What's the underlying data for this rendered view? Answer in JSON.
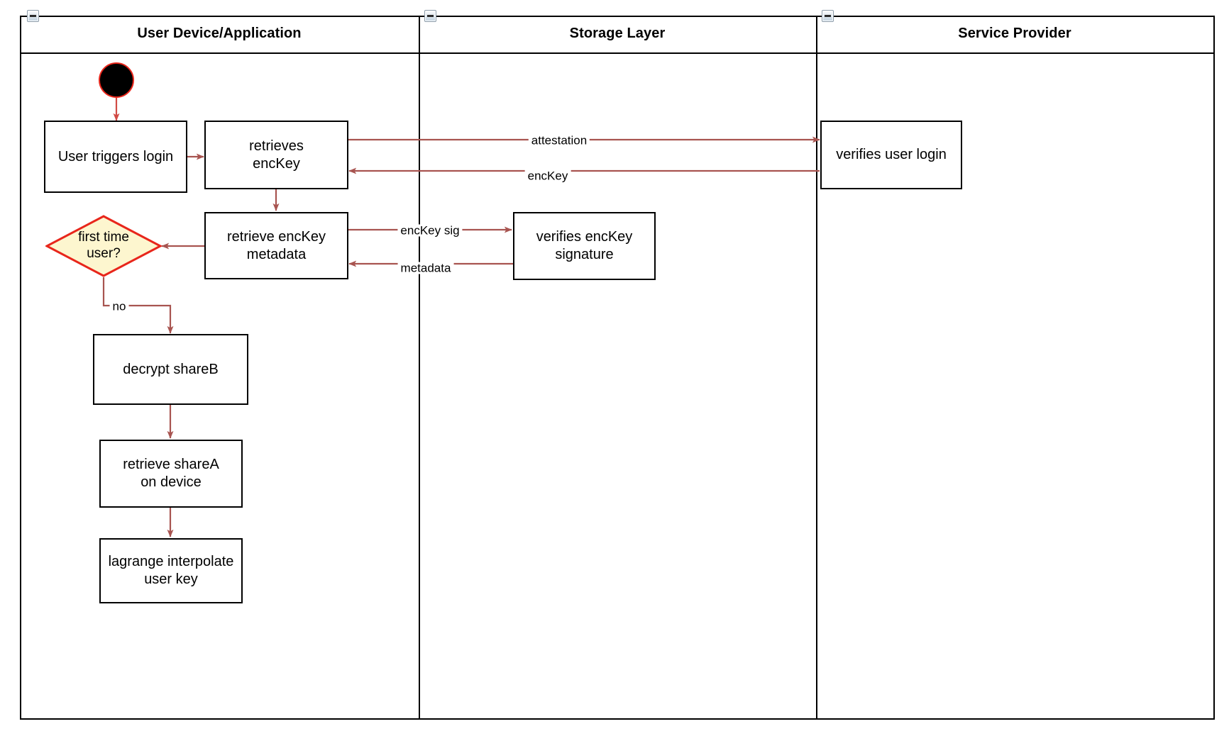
{
  "diagram": {
    "type": "uml-activity-swimlane",
    "title": "",
    "colors": {
      "edge": "#a85450",
      "decision_fill": "#fdf6cf",
      "decision_stroke": "#e8261b",
      "node_stroke": "#000000",
      "node_fill": "#ffffff",
      "start_fill": "#000000",
      "start_stroke": "#e8261b",
      "lane_stroke": "#000000",
      "text": "#000000"
    },
    "lanes": [
      {
        "id": "lane-user",
        "label": "User Device/Application",
        "collapse_icon": "collapse-minus-icon"
      },
      {
        "id": "lane-storage",
        "label": "Storage Layer",
        "collapse_icon": "collapse-minus-icon"
      },
      {
        "id": "lane-provider",
        "label": "Service Provider",
        "collapse_icon": "collapse-minus-icon"
      }
    ],
    "nodes": [
      {
        "id": "start",
        "lane": "lane-user",
        "shape": "initial-node",
        "label": ""
      },
      {
        "id": "user-triggers-login",
        "lane": "lane-user",
        "shape": "activity",
        "label": "User triggers login"
      },
      {
        "id": "retrieves-enckey",
        "lane": "lane-user",
        "shape": "activity",
        "label": "retrieves\nencKey"
      },
      {
        "id": "retrieve-enckey-metadata",
        "lane": "lane-user",
        "shape": "activity",
        "label": "retrieve encKey\nmetadata"
      },
      {
        "id": "first-time-user",
        "lane": "lane-user",
        "shape": "decision",
        "label": "first time\nuser?"
      },
      {
        "id": "decrypt-shareb",
        "lane": "lane-user",
        "shape": "activity",
        "label": "decrypt shareB"
      },
      {
        "id": "retrieve-sharea-on-device",
        "lane": "lane-user",
        "shape": "activity",
        "label": "retrieve shareA\non device"
      },
      {
        "id": "lagrange-interpolate-user-key",
        "lane": "lane-user",
        "shape": "activity",
        "label": "lagrange interpolate\nuser key"
      },
      {
        "id": "verifies-enckey-signature",
        "lane": "lane-storage",
        "shape": "activity",
        "label": "verifies encKey\nsignature"
      },
      {
        "id": "verifies-user-login",
        "lane": "lane-provider",
        "shape": "activity",
        "label": "verifies user login"
      }
    ],
    "edges": [
      {
        "id": "e-start-login",
        "from": "start",
        "to": "user-triggers-login",
        "label": ""
      },
      {
        "id": "e-login-retrieves",
        "from": "user-triggers-login",
        "to": "retrieves-enckey",
        "label": ""
      },
      {
        "id": "e-attestation",
        "from": "retrieves-enckey",
        "to": "verifies-user-login",
        "label": "attestation"
      },
      {
        "id": "e-enckey-back",
        "from": "verifies-user-login",
        "to": "retrieves-enckey",
        "label": "encKey"
      },
      {
        "id": "e-retrieves-metadata",
        "from": "retrieves-enckey",
        "to": "retrieve-enckey-metadata",
        "label": ""
      },
      {
        "id": "e-enckey-sig",
        "from": "retrieve-enckey-metadata",
        "to": "verifies-enckey-signature",
        "label": "encKey sig"
      },
      {
        "id": "e-metadata-back",
        "from": "verifies-enckey-signature",
        "to": "retrieve-enckey-metadata",
        "label": "metadata"
      },
      {
        "id": "e-metadata-decision",
        "from": "retrieve-enckey-metadata",
        "to": "first-time-user",
        "label": ""
      },
      {
        "id": "e-no",
        "from": "first-time-user",
        "to": "decrypt-shareb",
        "label": "no"
      },
      {
        "id": "e-shareb-sharea",
        "from": "decrypt-shareb",
        "to": "retrieve-sharea-on-device",
        "label": ""
      },
      {
        "id": "e-sharea-lagrange",
        "from": "retrieve-sharea-on-device",
        "to": "lagrange-interpolate-user-key",
        "label": ""
      }
    ]
  }
}
